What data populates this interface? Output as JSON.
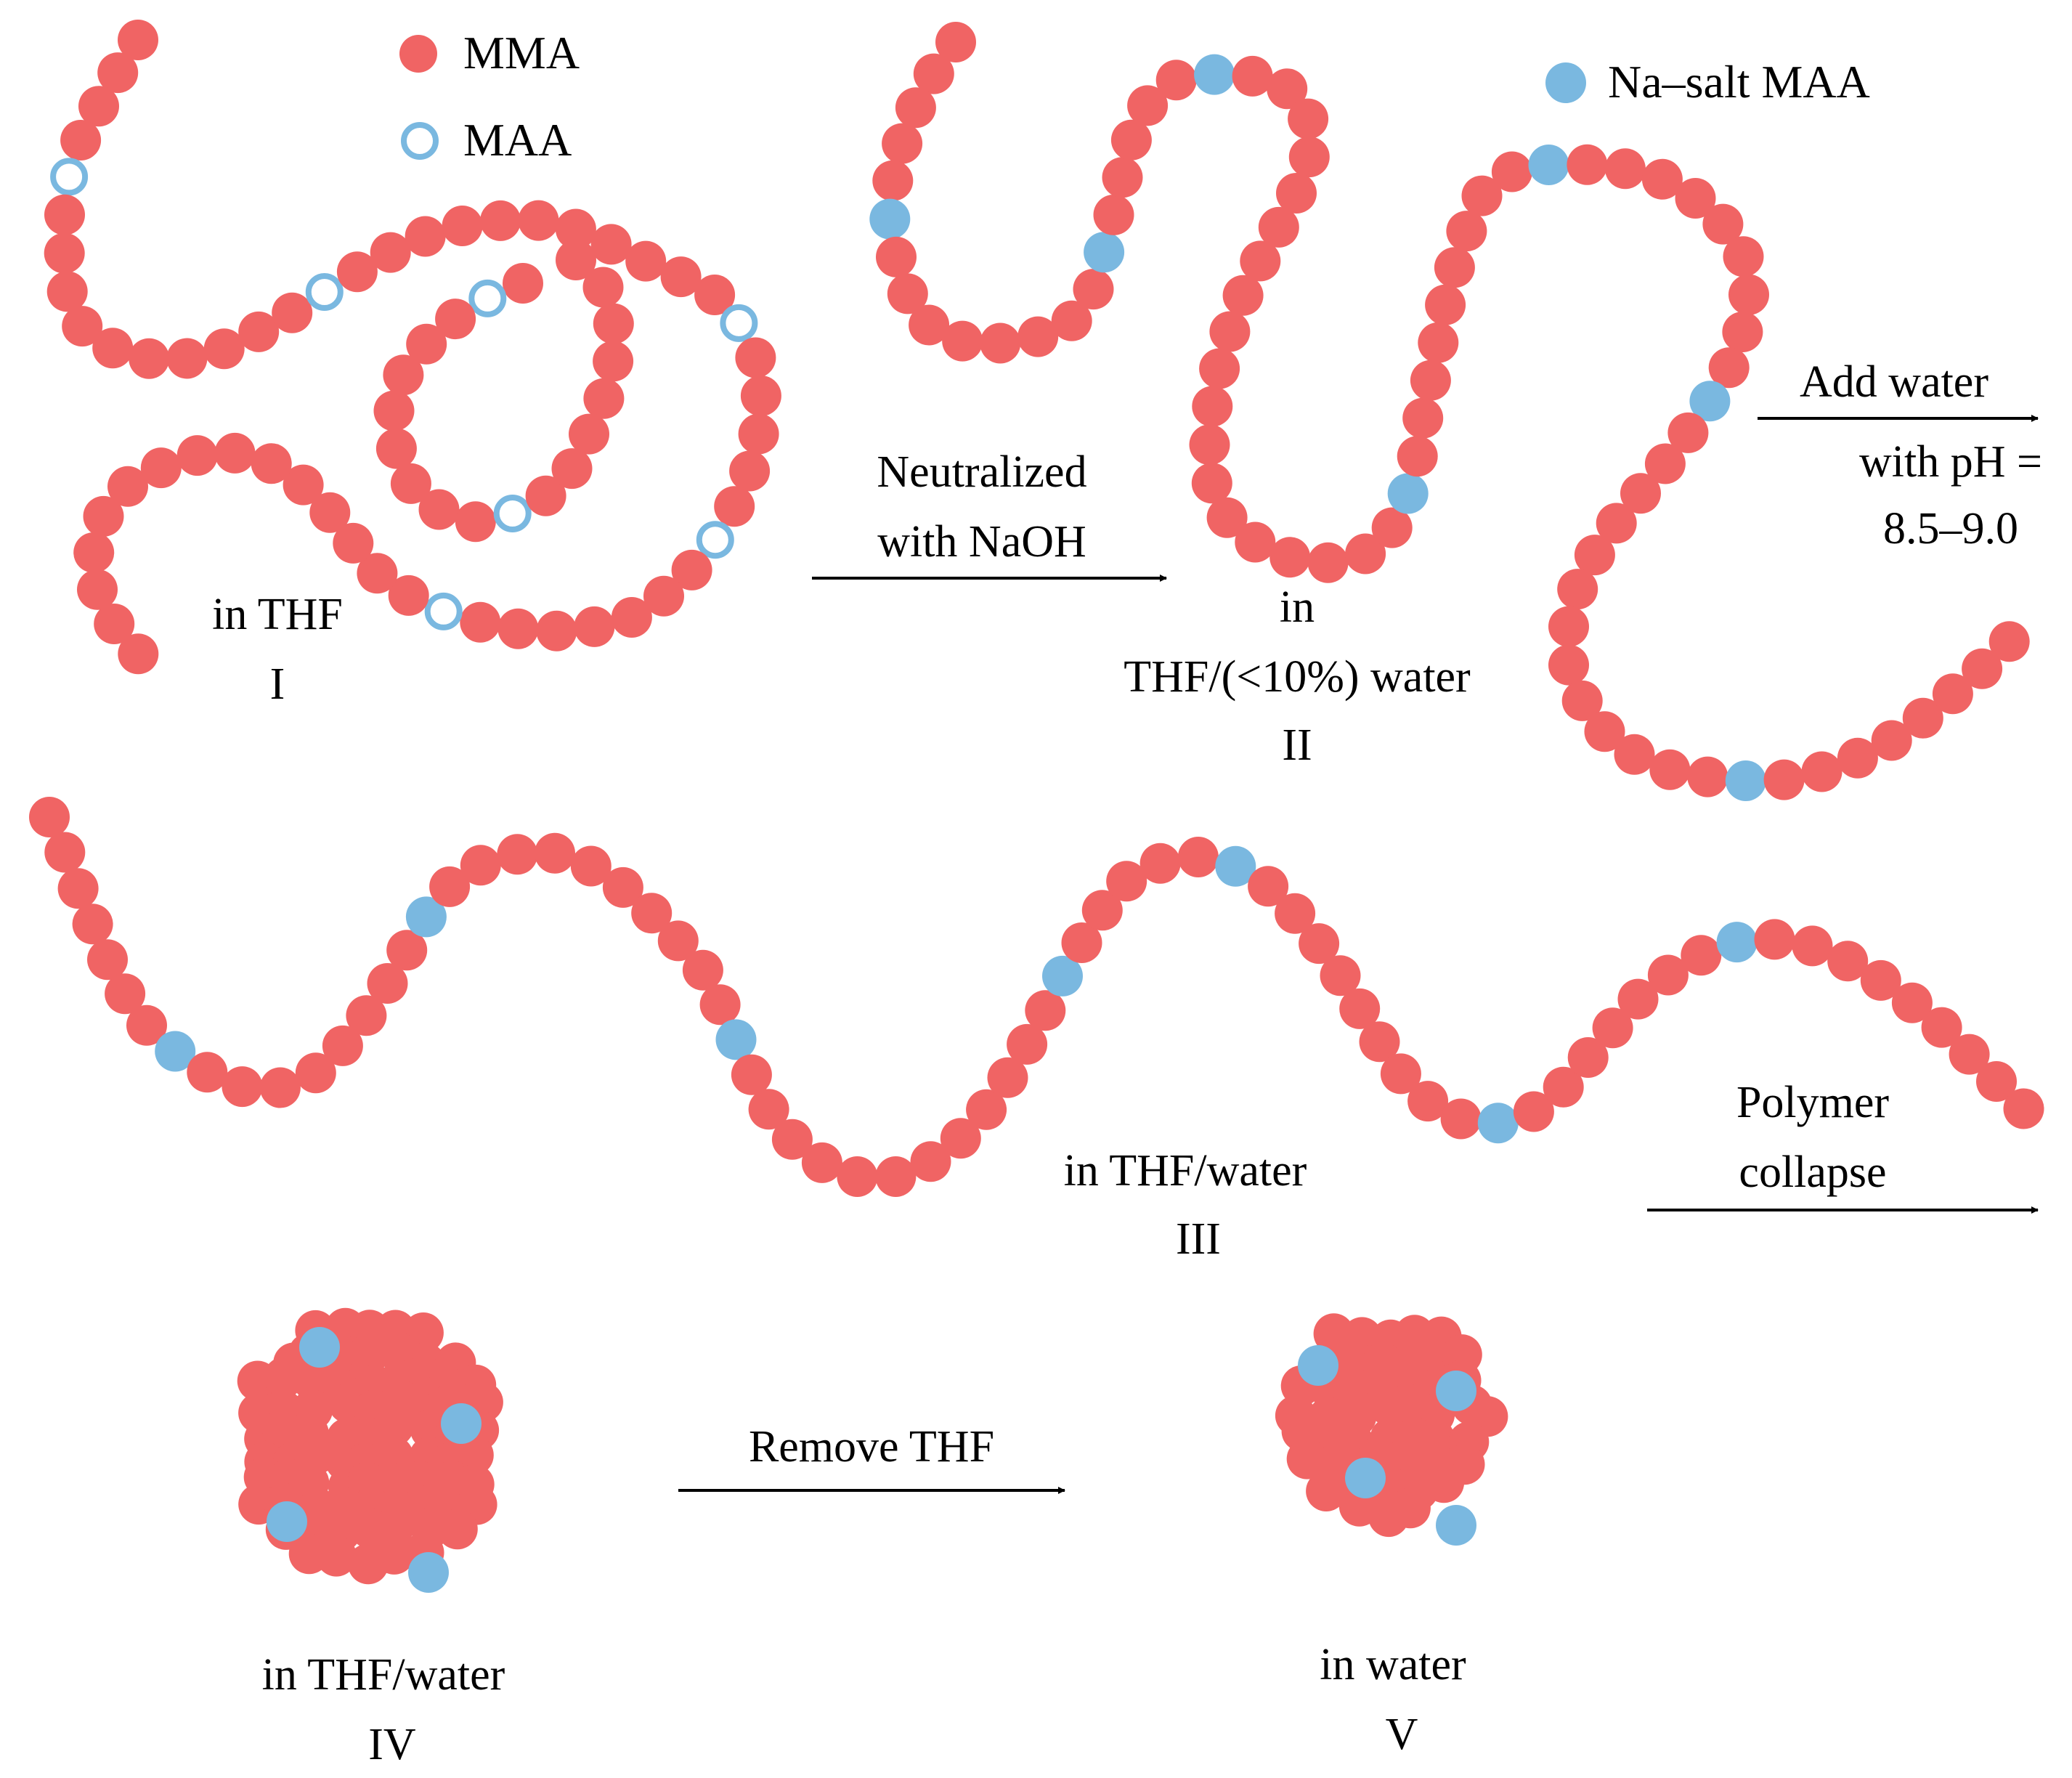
{
  "colors": {
    "mma": "#f06464",
    "maa_stroke": "#7ab8e0",
    "na_salt": "#7ab8e0",
    "arrow": "#000000"
  },
  "legend": {
    "mma": "MMA",
    "maa": "MAA",
    "na_salt": "Na–salt MAA"
  },
  "steps": {
    "I": {
      "solvent": "in THF",
      "numeral": "I"
    },
    "II": {
      "solvent_line1": "in",
      "solvent_line2": "THF/(<10%) water",
      "numeral": "II"
    },
    "III": {
      "solvent": "in THF/water",
      "numeral": "III"
    },
    "IV": {
      "solvent": "in THF/water",
      "numeral": "IV"
    },
    "V": {
      "solvent": "in water",
      "numeral": "V"
    }
  },
  "arrows": {
    "neutralize": {
      "line1": "Neutralized",
      "line2": "with NaOH"
    },
    "add_water": {
      "line1": "Add water",
      "line2": "with pH =",
      "line3": "8.5–9.0"
    },
    "collapse": {
      "line1": "Polymer",
      "line2": "collapse"
    },
    "remove": {
      "line1": "Remove THF"
    }
  }
}
